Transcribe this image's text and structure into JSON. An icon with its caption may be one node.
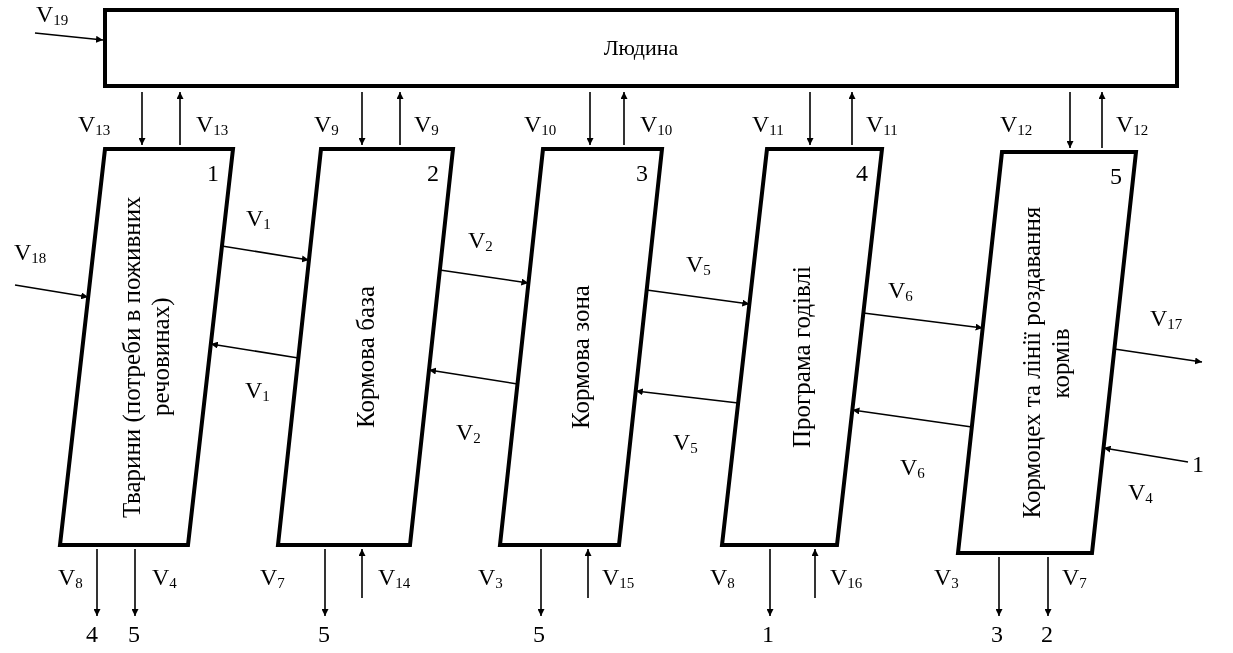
{
  "diagram": {
    "nodes": [
      {
        "text": [
          "Людина"
        ]
      },
      {
        "text": [
          "Тварини (потреби в поживних речовинах)",
          "1"
        ]
      },
      {
        "text": [
          "Кормова база",
          "2"
        ]
      },
      {
        "text": [
          "Кормова зона",
          "3"
        ]
      },
      {
        "text": [
          "Програма годівлі",
          "4"
        ]
      },
      {
        "text": [
          "Кормоцех та лінії роздавання кормів",
          "5"
        ]
      },
      {
        "text": [
          "1"
        ]
      },
      {
        "text": [
          "4"
        ]
      },
      {
        "text": [
          "5"
        ]
      },
      {
        "text": [
          "5"
        ]
      },
      {
        "text": [
          "5"
        ]
      },
      {
        "text": [
          "1"
        ]
      },
      {
        "text": [
          "3"
        ]
      },
      {
        "text": [
          "2"
        ]
      }
    ],
    "edges": [
      {
        "from": null,
        "to": 0,
        "arrow": "to",
        "label": "V$_{19}$"
      },
      {
        "from": 0,
        "to": 1,
        "arrow": "to",
        "label": "V$_{13}$"
      },
      {
        "from": 1,
        "to": 0,
        "arrow": "to",
        "label": "V$_{13}$"
      },
      {
        "from": 0,
        "to": 2,
        "arrow": "to",
        "label": "V$_{9}$"
      },
      {
        "from": 2,
        "to": 0,
        "arrow": "to",
        "label": "V$_{9}$"
      },
      {
        "from": 0,
        "to": 3,
        "arrow": "to",
        "label": "V$_{10}$"
      },
      {
        "from": 3,
        "to": 0,
        "arrow": "to",
        "label": "V$_{10}$"
      },
      {
        "from": 0,
        "to": 4,
        "arrow": "to",
        "label": "V$_{11}$"
      },
      {
        "from": 4,
        "to": 0,
        "arrow": "to",
        "label": "V$_{11}$"
      },
      {
        "from": 0,
        "to": 5,
        "arrow": "to",
        "label": "V$_{12}$"
      },
      {
        "from": 5,
        "to": 0,
        "arrow": "to",
        "label": "V$_{12}$"
      },
      {
        "from": null,
        "to": 1,
        "arrow": "to",
        "label": "V$_{18}$"
      },
      {
        "from": 1,
        "to": 2,
        "arrow": "to",
        "label": "V$_{1}$"
      },
      {
        "from": 2,
        "to": 3,
        "arrow": "to",
        "label": "V$_{2}$"
      },
      {
        "from": 3,
        "to": 4,
        "arrow": "to",
        "label": "V$_{5}$"
      },
      {
        "from": 4,
        "to": 5,
        "arrow": "to",
        "label": "V$_{6}$"
      },
      {
        "from": 5,
        "to": null,
        "arrow": "to",
        "label": "V$_{17}$"
      },
      {
        "from": 2,
        "to": 1,
        "arrow": "to",
        "label": "V$_{1}$"
      },
      {
        "from": 3,
        "to": 2,
        "arrow": "to",
        "label": "V$_{2}$"
      },
      {
        "from": 4,
        "to": 3,
        "arrow": "to",
        "label": "V$_{5}$"
      },
      {
        "from": 5,
        "to": 4,
        "arrow": "to",
        "label": "V$_{6}$"
      },
      {
        "from": 6,
        "to": 5,
        "arrow": "to",
        "label": "V$_{4}$"
      },
      {
        "from": 1,
        "to": 7,
        "arrow": "to",
        "label": "V$_{8}$"
      },
      {
        "from": 1,
        "to": 8,
        "arrow": "to",
        "label": "V$_{4}$"
      },
      {
        "from": 2,
        "to": 9,
        "arrow": "to",
        "label": "V$_{7}$"
      },
      {
        "from": null,
        "to": 2,
        "arrow": "to",
        "label": "V$_{14}$"
      },
      {
        "from": 3,
        "to": 10,
        "arrow": "to",
        "label": "V$_{3}$"
      },
      {
        "from": null,
        "to": 3,
        "arrow": "to",
        "label": "V$_{15}$"
      },
      {
        "from": 4,
        "to": 11,
        "arrow": "to",
        "label": "V$_{8}$"
      },
      {
        "from": null,
        "to": 4,
        "arrow": "to",
        "label": "V$_{16}$"
      },
      {
        "from": 5,
        "to": 12,
        "arrow": "to",
        "label": "V$_{3}$"
      },
      {
        "from": 5,
        "to": 13,
        "arrow": "to",
        "label": "V$_{7}$"
      }
    ]
  }
}
